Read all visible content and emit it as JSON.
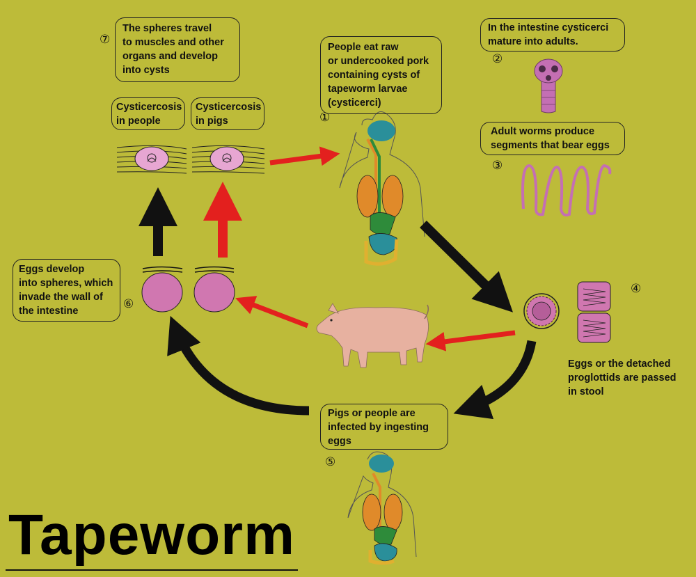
{
  "title": "Tapeworm",
  "steps": [
    {
      "number": "①",
      "text": "People eat raw\nor undercooked pork\ncontaining cysts of\ntapeworm larvae\n(cysticerci)"
    },
    {
      "number": "②",
      "text": "In the intestine cysticerci\nmature into adults."
    },
    {
      "number": "③",
      "text": "Adult worms produce\nsegments that bear eggs"
    },
    {
      "number": "④",
      "text": "Eggs or the detached\nproglottids are passed\n in stool"
    },
    {
      "number": "⑤",
      "text": "Pigs or people are\ninfected by ingesting\neggs"
    },
    {
      "number": "⑥",
      "text": "Eggs develop\ninto spheres, which\ninvade the wall of\nthe intestine"
    },
    {
      "number": "⑦",
      "text": "The spheres travel\nto muscles and other\norgans and develop\ninto cysts"
    }
  ],
  "labels": {
    "people": "Cysticercosis\nin people",
    "pigs": "Cysticercosis\n  in pigs"
  },
  "colors": {
    "background": "#bdbb39",
    "pig_path_arrow": "#e3201e",
    "human_path_arrow": "#111111",
    "sphere": "#d077b0",
    "cyst": "#e7a6d2",
    "worm": "#c46fb3"
  }
}
